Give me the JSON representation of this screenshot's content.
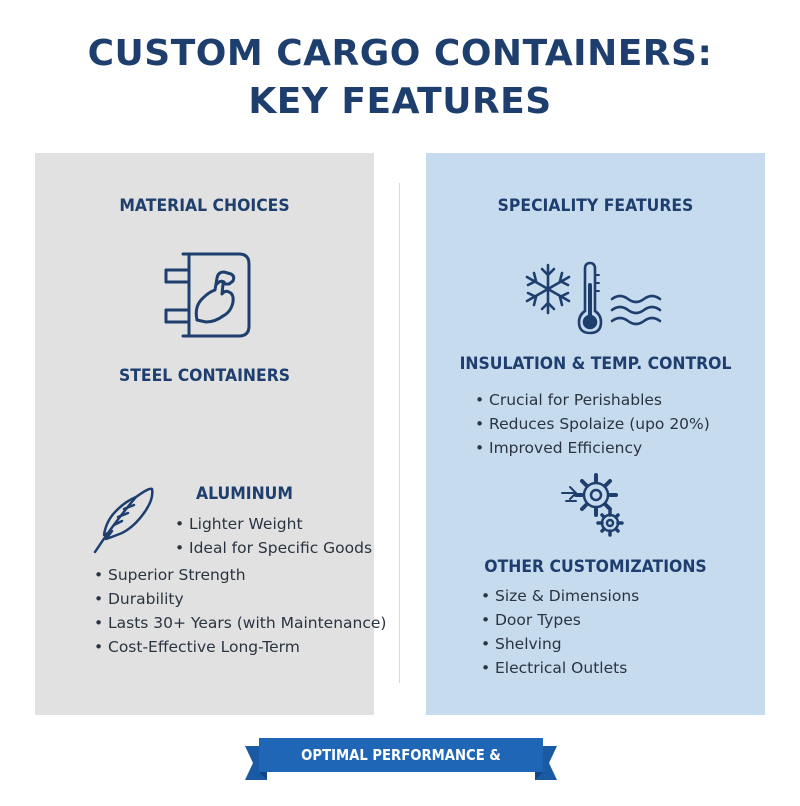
{
  "title": {
    "line1": "CUSTOM CARGO CONTAINERS:",
    "line2": "KEY FEATURES"
  },
  "left_panel": {
    "heading": "MATERIAL CHOICES",
    "icon": "strong-arm-container-icon",
    "steel": {
      "heading": "STEEL CONTAINERS",
      "bullets": [
        "Superior Strength",
        "Durability",
        "Lasts 30+ Years (with Maintenance)",
        "Cost-Effective Long-Term"
      ]
    },
    "aluminum": {
      "heading": "ALUMINUM",
      "icon": "feather-icon",
      "bullets": [
        "Lighter Weight",
        "Ideal for Specific Goods"
      ]
    }
  },
  "right_panel": {
    "heading": "SPECIALITY FEATURES",
    "insulation": {
      "icons": [
        "snowflake-icon",
        "thermometer-icon",
        "waves-icon"
      ],
      "heading": "INSULATION & TEMP. CONTROL",
      "bullets": [
        "Crucial for Perishables",
        "Reduces Spolaize (upo 20%)",
        "Improved Efficiency"
      ]
    },
    "other": {
      "icon": "gears-icon",
      "heading": "OTHER CUSTOMIZATIONS",
      "bullets": [
        "Size & Dimensions",
        "Door Types",
        "Shelving",
        "Electrical Outlets"
      ]
    }
  },
  "banner": {
    "label": "OPTIMAL PERFORMANCE & SAFETY"
  },
  "colors": {
    "title": "#1e3f6e",
    "left_panel_bg": "#e1e1e1",
    "right_panel_bg": "#c7dbef",
    "banner": "#1f66b6",
    "banner_fold": "#0f4487"
  }
}
